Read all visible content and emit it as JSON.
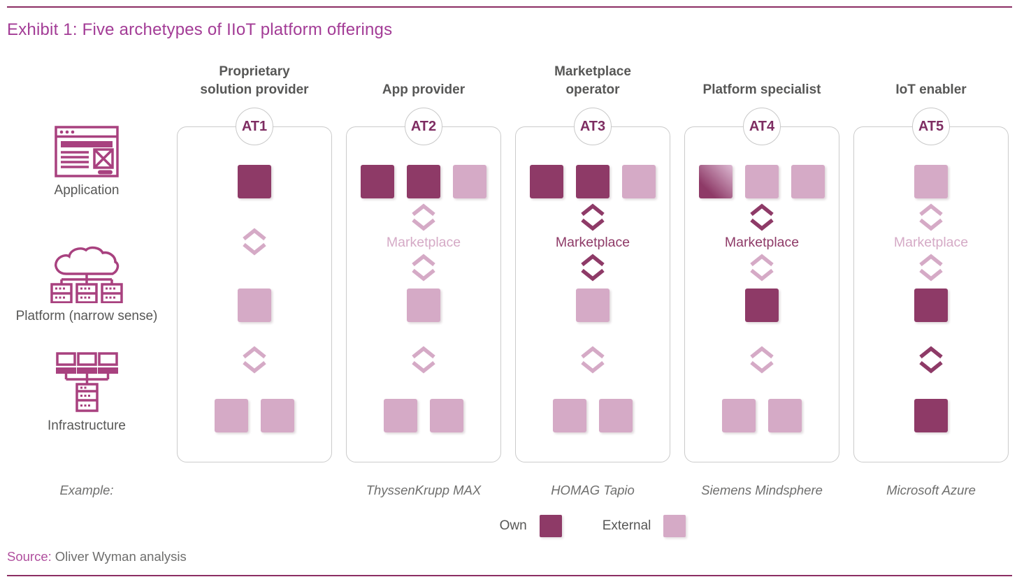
{
  "title": "Exhibit 1: Five archetypes of IIoT platform offerings",
  "colors": {
    "own": "#8e3a67",
    "external": "#d5aac6",
    "gradient_light": "#ddbad3",
    "title": "#a33c96",
    "rule": "#8b2e63",
    "icon": "#a8417f",
    "text_gray": "#575756",
    "example_gray": "#6e6e6d",
    "source_label": "#b04f9e",
    "card_border": "#cbcbcb",
    "badge_text": "#7e2d62",
    "badge_border": "#c9c9c9"
  },
  "rows": [
    {
      "label": "Application",
      "icon": "browser-window-icon"
    },
    {
      "label": "Platform (narrow sense)",
      "icon": "cloud-servers-icon"
    },
    {
      "label": "Infrastructure",
      "icon": "network-devices-icon"
    }
  ],
  "example_label": "Example:",
  "archetypes": [
    {
      "id": "AT1",
      "name_lines": [
        "Proprietary",
        "solution provider"
      ],
      "application_blocks": [
        "own"
      ],
      "marketplace": null,
      "arrows": {
        "application_marketplace": "external",
        "marketplace_platform": null,
        "platform_infrastructure": "external"
      },
      "platform_blocks": [
        "external"
      ],
      "infrastructure_blocks": [
        "external",
        "external"
      ],
      "example": ""
    },
    {
      "id": "AT2",
      "name_lines": [
        "App provider"
      ],
      "application_blocks": [
        "own",
        "own",
        "external"
      ],
      "marketplace": {
        "label": "Marketplace",
        "tone": "external"
      },
      "arrows": {
        "application_marketplace": "external",
        "marketplace_platform": "external",
        "platform_infrastructure": "external"
      },
      "platform_blocks": [
        "external"
      ],
      "infrastructure_blocks": [
        "external",
        "external"
      ],
      "example": "ThyssenKrupp MAX"
    },
    {
      "id": "AT3",
      "name_lines": [
        "Marketplace",
        "operator"
      ],
      "application_blocks": [
        "own",
        "own",
        "external"
      ],
      "marketplace": {
        "label": "Marketplace",
        "tone": "own"
      },
      "arrows": {
        "application_marketplace": "own",
        "marketplace_platform": "own",
        "platform_infrastructure": "external"
      },
      "platform_blocks": [
        "external"
      ],
      "infrastructure_blocks": [
        "external",
        "external"
      ],
      "example": "HOMAG Tapio"
    },
    {
      "id": "AT4",
      "name_lines": [
        "Platform specialist"
      ],
      "application_blocks": [
        "own_external_gradient",
        "external",
        "external"
      ],
      "marketplace": {
        "label": "Marketplace",
        "tone": "own"
      },
      "arrows": {
        "application_marketplace": "own",
        "marketplace_platform": "external",
        "platform_infrastructure": "external"
      },
      "platform_blocks": [
        "own"
      ],
      "infrastructure_blocks": [
        "external",
        "external"
      ],
      "example": "Siemens Mindsphere"
    },
    {
      "id": "AT5",
      "name_lines": [
        "IoT enabler"
      ],
      "application_blocks": [
        "external"
      ],
      "marketplace": {
        "label": "Marketplace",
        "tone": "external"
      },
      "arrows": {
        "application_marketplace": "external",
        "marketplace_platform": "external",
        "platform_infrastructure": "own"
      },
      "platform_blocks": [
        "own"
      ],
      "infrastructure_blocks": [
        "own"
      ],
      "example": "Microsoft Azure"
    }
  ],
  "legend": [
    {
      "label": "Own",
      "tone": "own"
    },
    {
      "label": "External",
      "tone": "external"
    }
  ],
  "source": {
    "label": "Source:",
    "text": "Oliver Wyman analysis"
  }
}
